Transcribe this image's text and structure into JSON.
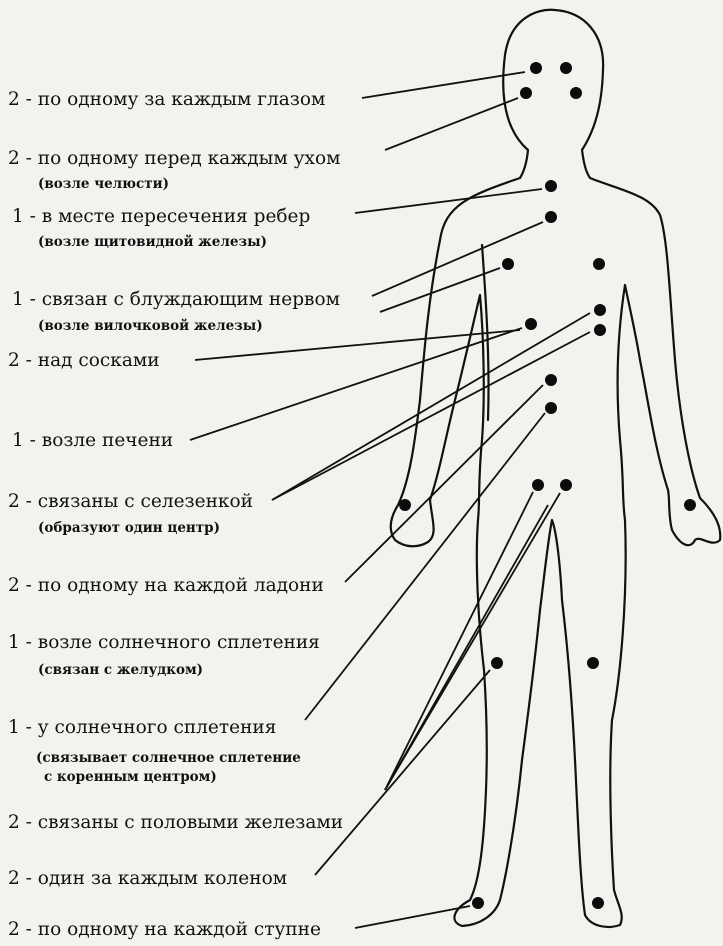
{
  "labels": [
    {
      "main": "2 - по одному за каждым глазом"
    },
    {
      "main": "2 - по одному перед каждым ухом",
      "sub": "(возле челюсти)"
    },
    {
      "main": "1 - в месте пересечения ребер",
      "sub": "(возле щитовидной железы)"
    },
    {
      "main": "1 - связан с блуждающим нервом",
      "sub": "(возле вилочковой железы)"
    },
    {
      "main": "2 - над сосками"
    },
    {
      "main": "1 - возле печени"
    },
    {
      "main": "2 - связаны с селезенкой",
      "sub": "(образуют один центр)"
    },
    {
      "main": "2 - по одному на каждой ладони"
    },
    {
      "main": "1 - возле солнечного сплетения",
      "sub": "(связан с желудком)"
    },
    {
      "main": "1 - у солнечного сплетения",
      "sub": "(связывает солнечное сплетение",
      "sub2": "с коренным центром)"
    },
    {
      "main": "2 - связаны с половыми железами"
    },
    {
      "main": "2 - один за каждым коленом"
    },
    {
      "main": "2 - по одному на каждой ступне"
    }
  ]
}
